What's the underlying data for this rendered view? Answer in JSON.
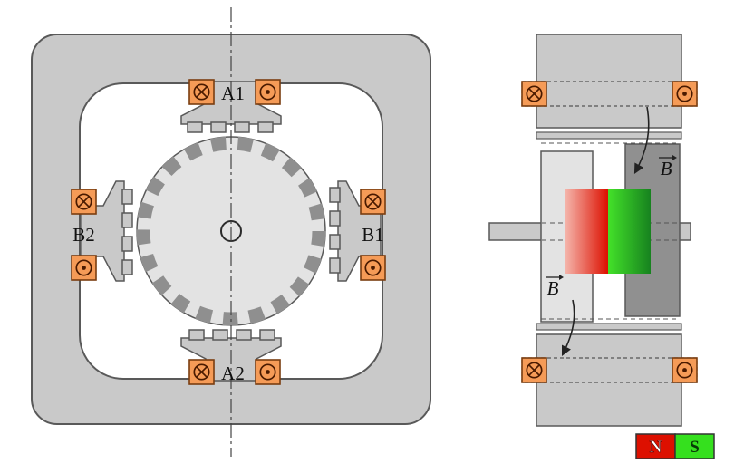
{
  "left_view": {
    "pole_labels": {
      "top": "A1",
      "bottom": "A2",
      "right": "B1",
      "left": "B2"
    }
  },
  "right_view": {
    "field_label_top": "B",
    "field_label_bottom": "B"
  },
  "legend": {
    "north": "N",
    "south": "S"
  },
  "colors": {
    "stator_gray": "#c9c9c9",
    "rotor_body": "#e3e3e3",
    "rotor_dark_half": "#909090",
    "teeth_gray": "#8f8f8f",
    "coil_orange": "#f59b57",
    "magnet_pink": "#f4b4aa",
    "magnet_red": "#dd1000",
    "magnet_green_bright": "#43e129",
    "magnet_green_dark": "#17821f",
    "legend_red": "#dd1000",
    "legend_green": "#35e01e",
    "outline": "#595959"
  }
}
